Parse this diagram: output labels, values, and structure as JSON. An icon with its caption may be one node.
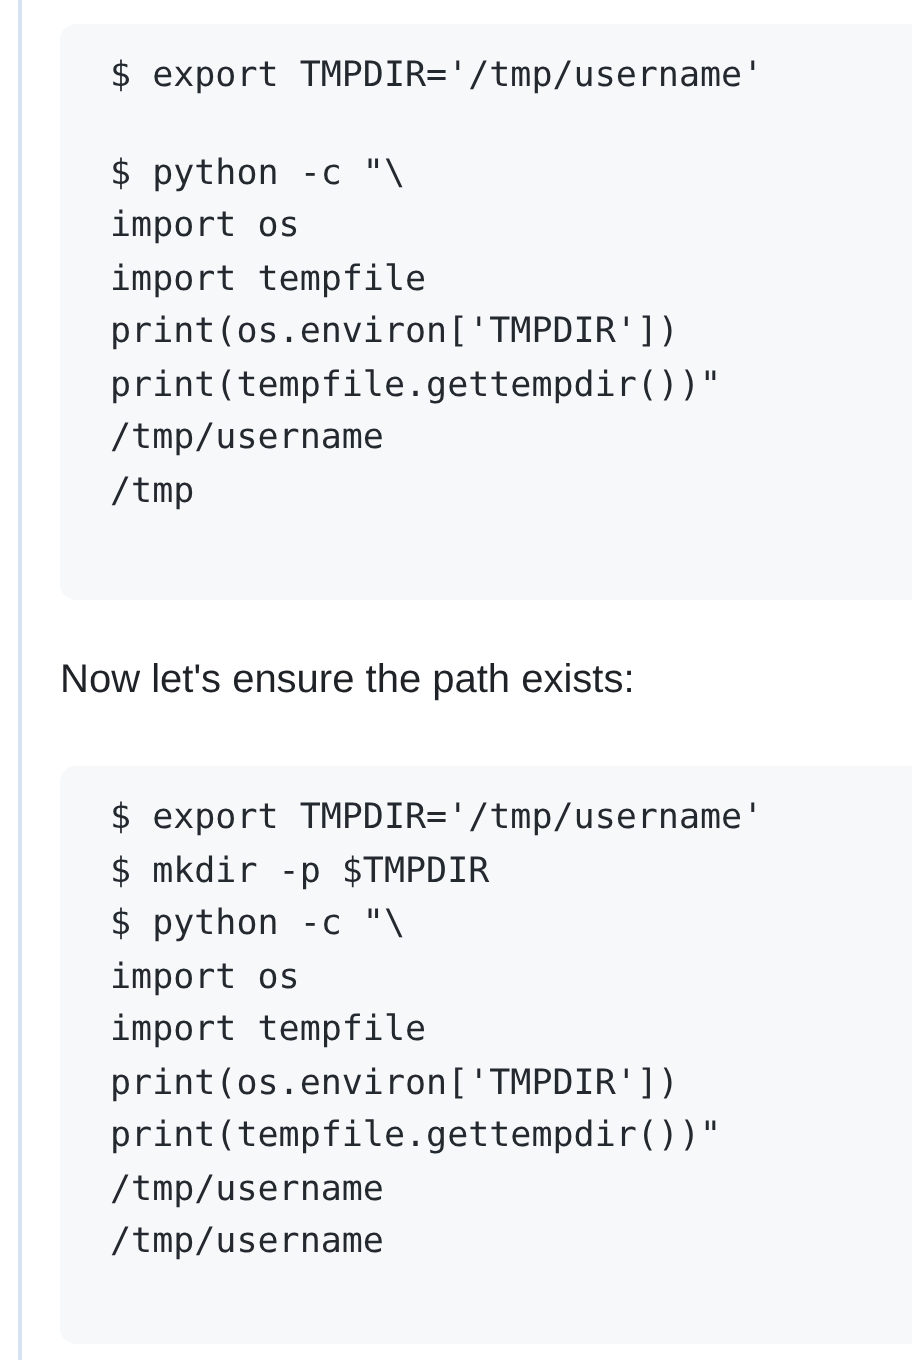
{
  "diagram": {
    "nodes": [
      {
        "text": [
          "$ export TMPDIR='/tmp/username'",
          "$ python -c \"\\",
          "import os",
          "import tempfile",
          "print(os.environ['TMPDIR'])",
          "print(tempfile.gettempdir())\"",
          "/tmp/username",
          "/tmp"
        ]
      },
      {
        "text": [
          "$ export TMPDIR='/tmp/username'",
          "$ mkdir -p $TMPDIR",
          "$ python -c \"\\",
          "import os",
          "import tempfile",
          "print(os.environ['TMPDIR'])",
          "print(tempfile.gettempdir())\"",
          "/tmp/username",
          "/tmp/username"
        ]
      }
    ],
    "labels": [
      "Now let's ensure the path exists:"
    ]
  }
}
